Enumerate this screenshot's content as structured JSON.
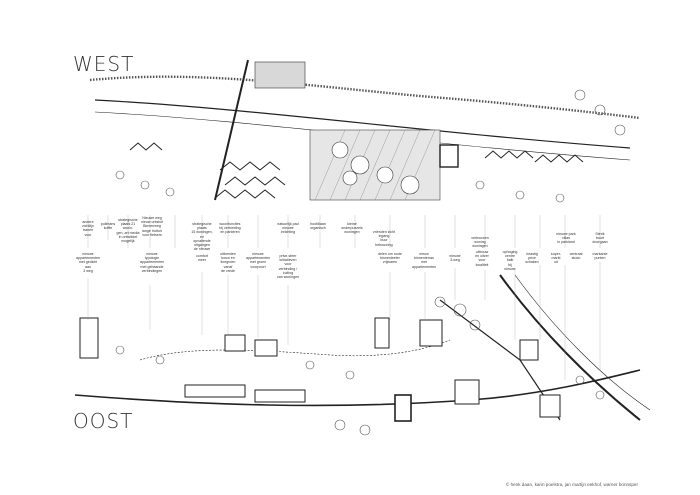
{
  "titles": {
    "west": "WEST",
    "east": "OOST"
  },
  "credits": "© henk daan, karin poelstra, jan martijn eekhof, warner bonnsper",
  "annotations_top": [
    "andere\nzichtlijn\ntranen\nvoor",
    "pullmans\nkoffie",
    "strategische\nplaats 21 wonin-\ngen, art media\nin ontwikkel mogelijk",
    "Nieuwe weg\nnieuw ontsluit\nBinnenweg\nlange trottoir\nvoor fietsers",
    "strategische plaats\n15 woningen, en\nopvallende uitgangen\nde nieuwe",
    "woonfuncties\nbij verbinding\nen parkeren",
    "natuurlijk pad\nnieuwe inrichting",
    "hoofdlaan\norganisch",
    "kleine\nonderpuzzels\nwoningen",
    "vrienden zicht ingang\nbuur bebouwing",
    "verbouwen woning\nwoningen",
    "nieuwe park villas\nin parkland",
    "Sterik\nbuurt doorgaan"
  ],
  "annotations_bottom": [
    "nieuwe\nappartementen\nmet gedicht aan\n3 weg",
    "nieuwe typologie\nappartementen\nmet gebaande\nverbindingen",
    "comfort\nmeer",
    "uitbreiden\nbouw en\nlinegroen vanaf\nde vrede",
    "nieuwe\nappartementen\nmet groen\nvoorpoort",
    "prive-sfeer\ninitiatieven voor\nverbinding / kuiling\nvan woningen",
    "delen om route\nbinnenleefer\nvrijwaren",
    "nieuw\nbinnenterras met\nappartementen",
    "nieuwe\n3-weg",
    "uitbouw\nen uitzer\nvoor\nkwaliteit",
    "ophoging\ncentre\nbalk\nbij\nnieuwe",
    "inrastig\nprive\nschaken",
    "super-\nmarkt\nuit",
    "centraal\nstudo",
    "markante\npunten"
  ]
}
